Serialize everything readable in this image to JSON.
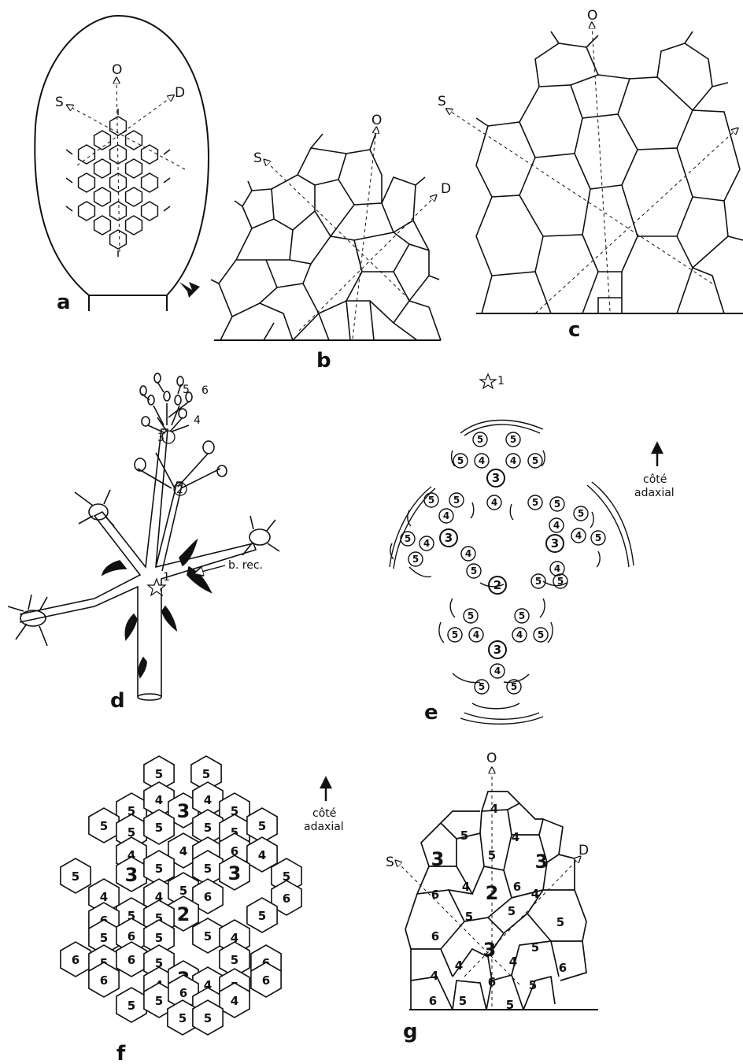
{
  "panels": {
    "a": "a",
    "b": "b",
    "c": "c",
    "d": "d",
    "e": "e",
    "f": "f",
    "g": "g"
  },
  "directions": {
    "o": "O",
    "s": "S",
    "d": "D"
  },
  "annotations": {
    "b_rec": "b. rec.",
    "star_label": "1",
    "cote": "côté",
    "adaxial": "adaxial",
    "d_numbers": [
      "1",
      "2",
      "3",
      "4",
      "5",
      "6"
    ]
  },
  "e_circles": [
    {
      "n": "5"
    },
    {
      "n": "5"
    },
    {
      "n": "5"
    },
    {
      "n": "4"
    },
    {
      "n": "4"
    },
    {
      "n": "5"
    },
    {
      "n": "3"
    },
    {
      "n": "5"
    },
    {
      "n": "5"
    },
    {
      "n": "4"
    },
    {
      "n": "4"
    },
    {
      "n": "5"
    },
    {
      "n": "3"
    },
    {
      "n": "4"
    },
    {
      "n": "5"
    },
    {
      "n": "4"
    },
    {
      "n": "5"
    },
    {
      "n": "5"
    },
    {
      "n": "2"
    },
    {
      "n": "5"
    },
    {
      "n": "5"
    },
    {
      "n": "4"
    },
    {
      "n": "3"
    },
    {
      "n": "4"
    },
    {
      "n": "5"
    },
    {
      "n": "4"
    },
    {
      "n": "5"
    },
    {
      "n": "5"
    },
    {
      "n": "5"
    },
    {
      "n": "5"
    },
    {
      "n": "5"
    },
    {
      "n": "4"
    },
    {
      "n": "4"
    },
    {
      "n": "5"
    },
    {
      "n": "3"
    },
    {
      "n": "4"
    },
    {
      "n": "5"
    },
    {
      "n": "5"
    }
  ],
  "f_cells": [
    "5",
    "5",
    "5",
    "4",
    "3",
    "4",
    "5",
    "5",
    "5",
    "5",
    "5",
    "5",
    "5",
    "4",
    "4",
    "4",
    "6",
    "4",
    "5",
    "3",
    "5",
    "5",
    "3",
    "5",
    "4",
    "4",
    "5",
    "6",
    "6",
    "5",
    "6",
    "2",
    "5",
    "5",
    "5",
    "6",
    "5",
    "5",
    "4",
    "6",
    "5",
    "6",
    "5",
    "5",
    "6",
    "6",
    "4",
    "3",
    "4",
    "5",
    "6",
    "5",
    "5",
    "6",
    "5",
    "4",
    "5",
    "5"
  ],
  "g_cells": [
    "4",
    "5",
    "4",
    "3",
    "5",
    "3",
    "4",
    "6",
    "6",
    "2",
    "4",
    "5",
    "5",
    "6",
    "3",
    "5",
    "5",
    "6",
    "4",
    "4",
    "6",
    "5",
    "4",
    "6",
    "5",
    "5"
  ]
}
